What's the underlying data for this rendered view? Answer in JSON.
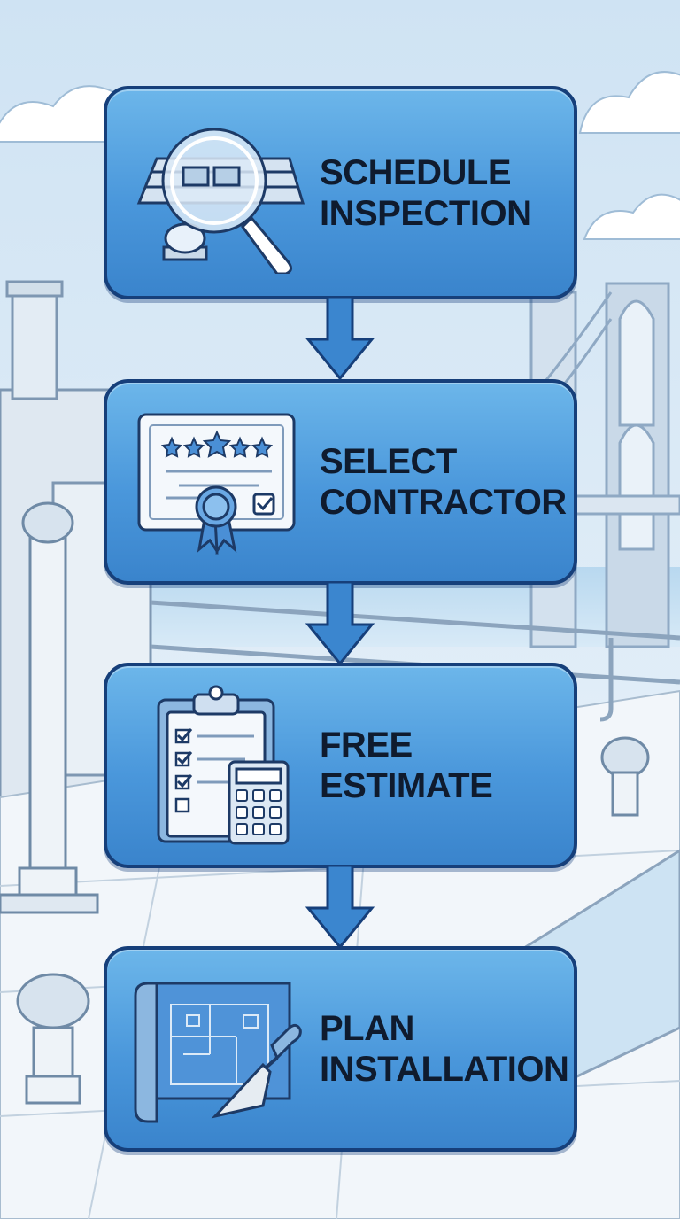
{
  "diagram": {
    "steps": [
      {
        "line1": "SCHEDULE",
        "line2": "INSPECTION",
        "icon": "magnifier-roof-icon"
      },
      {
        "line1": "SELECT",
        "line2": "CONTRACTOR",
        "icon": "certificate-icon"
      },
      {
        "line1": "FREE",
        "line2": "ESTIMATE",
        "icon": "clipboard-calculator-icon"
      },
      {
        "line1": "PLAN",
        "line2": "INSTALLATION",
        "icon": "blueprint-trowel-icon"
      }
    ],
    "colors": {
      "box_top": "#6cb6ea",
      "box_bottom": "#3a84cc",
      "outline": "#163f7a",
      "text": "#0f1b2e"
    }
  }
}
